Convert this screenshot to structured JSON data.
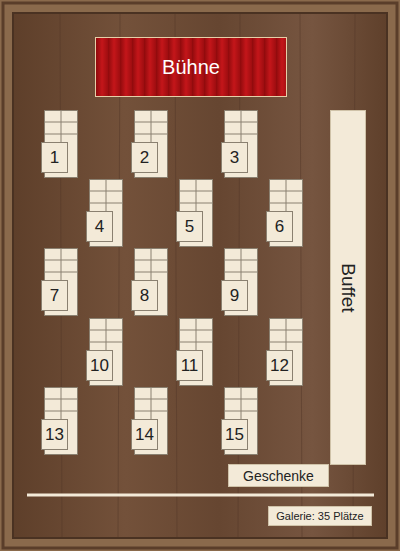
{
  "diagram": {
    "nodes": [
      {
        "text": [
          "Bühne"
        ]
      },
      {
        "text": [
          "1"
        ]
      },
      {
        "text": [
          "2"
        ]
      },
      {
        "text": [
          "3"
        ]
      },
      {
        "text": [
          "4"
        ]
      },
      {
        "text": [
          "5"
        ]
      },
      {
        "text": [
          "6"
        ]
      },
      {
        "text": [
          "7"
        ]
      },
      {
        "text": [
          "8"
        ]
      },
      {
        "text": [
          "9"
        ]
      },
      {
        "text": [
          "10"
        ]
      },
      {
        "text": [
          "11"
        ]
      },
      {
        "text": [
          "12"
        ]
      },
      {
        "text": [
          "13"
        ]
      },
      {
        "text": [
          "14"
        ]
      },
      {
        "text": [
          "15"
        ]
      },
      {
        "text": [
          "Buffet"
        ]
      },
      {
        "text": [
          "Geschenke"
        ]
      },
      {
        "text": [
          "Galerie: 35 Plätze"
        ]
      }
    ]
  }
}
